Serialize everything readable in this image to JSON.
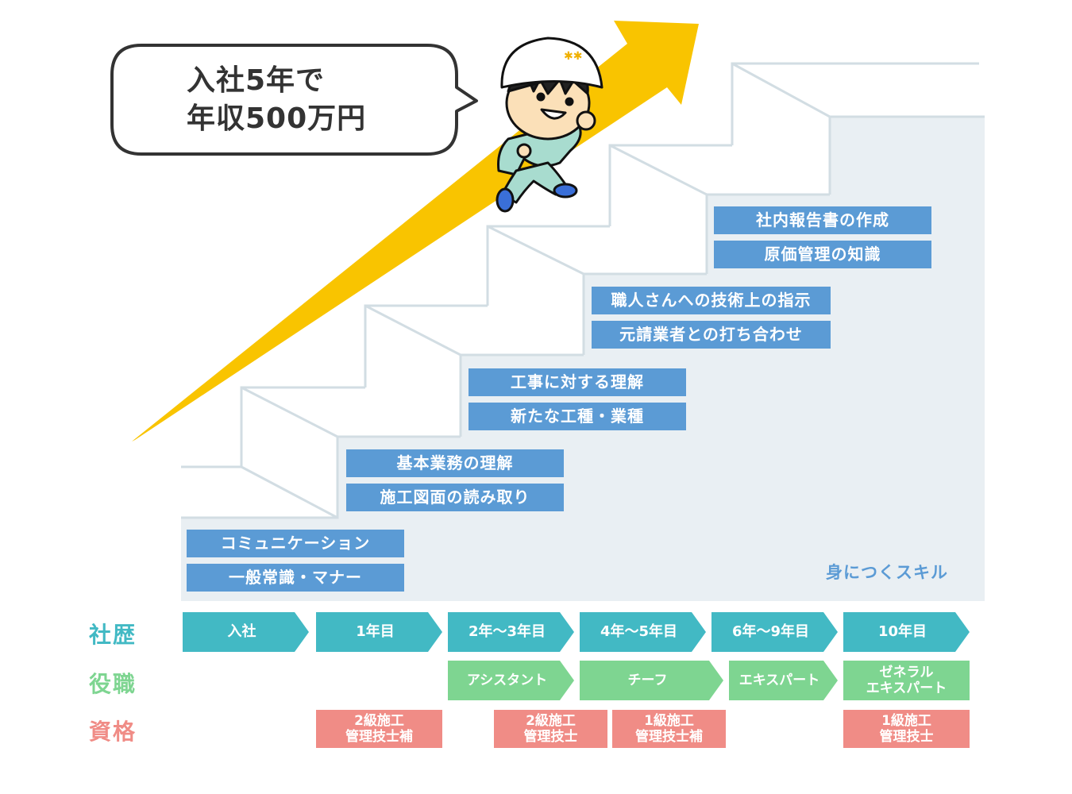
{
  "speech_bubble": {
    "line1": "入社5年で",
    "line2": "年収500万円"
  },
  "illustration": {
    "character": "construction-worker-with-helmet",
    "arrow_color": "#f9c400"
  },
  "skills": {
    "caption": "身につくスキル",
    "color": "#5b9bd5",
    "steps": [
      {
        "items": [
          "コミュニケーション",
          "一般常識・マナー"
        ]
      },
      {
        "items": [
          "基本業務の理解",
          "施工図面の読み取り"
        ]
      },
      {
        "items": [
          "工事に対する理解",
          "新たな工種・業種"
        ]
      },
      {
        "items": [
          "職人さんへの技術上の指示",
          "元請業者との打ち合わせ"
        ]
      },
      {
        "items": [
          "社内報告書の作成",
          "原価管理の知識"
        ]
      }
    ]
  },
  "timeline": {
    "career": {
      "label": "社歴",
      "color": "#42b9c4",
      "items": [
        "入社",
        "1年目",
        "2年〜3年目",
        "4年〜5年目",
        "6年〜9年目",
        "10年目"
      ]
    },
    "position": {
      "label": "役職",
      "color": "#7ed591",
      "items": [
        "アシスタント",
        "チーフ",
        "エキスパート",
        "ゼネラル\nエキスパート"
      ]
    },
    "qualification": {
      "label": "資格",
      "color": "#f08c86",
      "items": [
        "2級施工\n管理技士補",
        "2級施工\n管理技士",
        "1級施工\n管理技士補",
        "1級施工\n管理技士"
      ]
    }
  }
}
